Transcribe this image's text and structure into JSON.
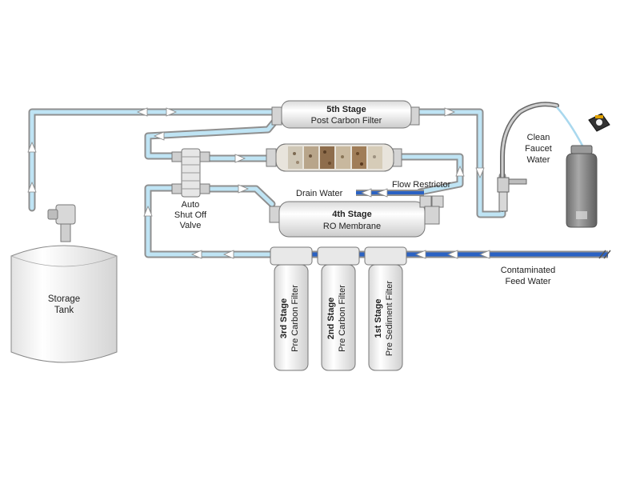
{
  "labels": {
    "stage5_title": "5th Stage",
    "stage5_sub": "Post Carbon Filter",
    "stage4_title": "4th Stage",
    "stage4_sub": "RO Membrane",
    "stage3_title": "3rd Stage",
    "stage3_sub": "Pre Carbon Filter",
    "stage2_title": "2nd Stage",
    "stage2_sub": "Pre Carbon Filter",
    "stage1_title": "1st Stage",
    "stage1_sub": "Pre Sediment Filter",
    "auto_valve_1": "Auto",
    "auto_valve_2": "Shut Off",
    "auto_valve_3": "Valve",
    "drain_water": "Drain Water",
    "flow_restrictor": "Flow Restrictor",
    "clean_1": "Clean",
    "clean_2": "Faucet",
    "clean_3": "Water",
    "contaminated_1": "Contaminated",
    "contaminated_2": "Feed Water",
    "storage_1": "Storage",
    "storage_2": "Tank"
  },
  "colors": {
    "clean_water": "#a9d8ee",
    "contaminated_water": "#1e56b8",
    "drain_water": "#1e56b8",
    "pipe_outline": "#9a9a9a",
    "component_fill": "#f3f3f3",
    "component_stroke": "#777777",
    "arrow_fill": "#ffffff"
  }
}
